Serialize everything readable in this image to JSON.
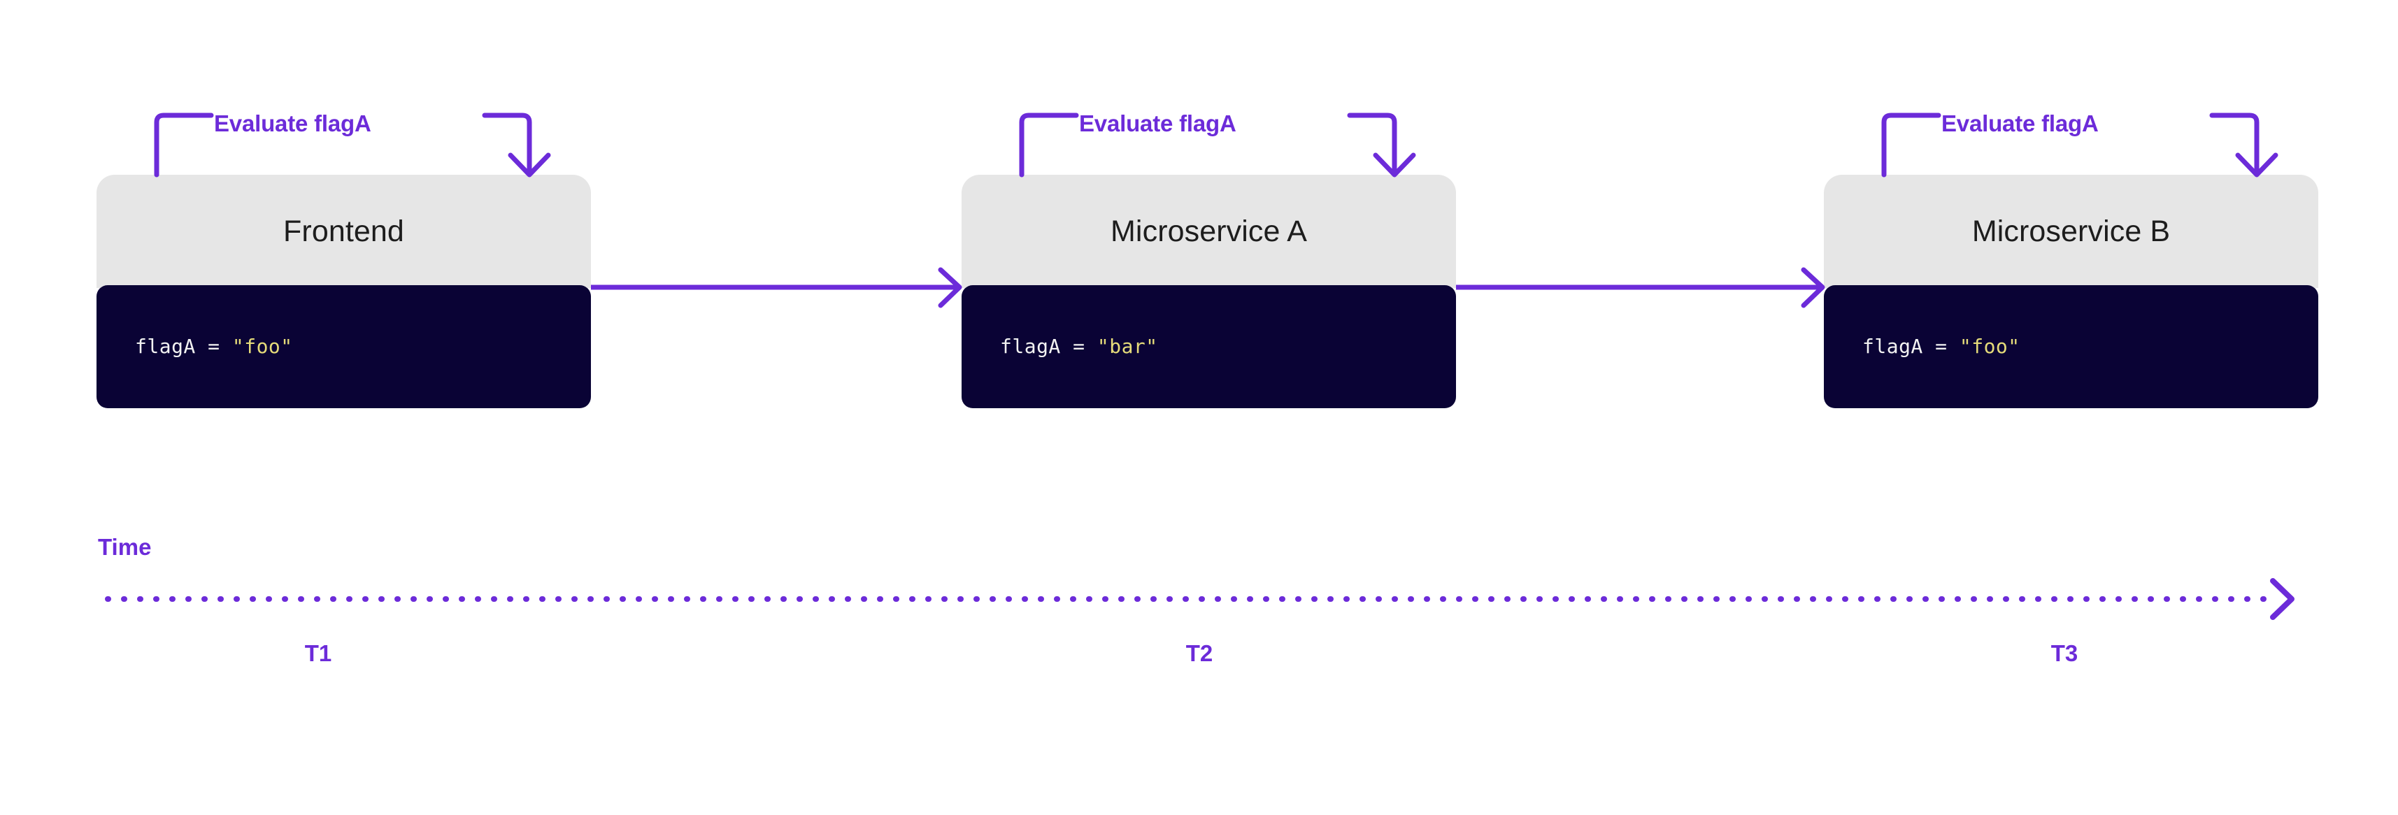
{
  "diagram": {
    "accent_color": "#6c2bd9",
    "node_header_color": "#e6e6e6",
    "node_code_color": "#0a0335",
    "code_text_color": "#f2f2f2",
    "code_string_color": "#e6dc7a",
    "background_color": "#ffffff"
  },
  "nodes": [
    {
      "title": "Frontend",
      "bracket_label": "Evaluate flagA",
      "code_prefix": "flagA = ",
      "code_value": "\"foo\""
    },
    {
      "title": "Microservice A",
      "bracket_label": "Evaluate flagA",
      "code_prefix": "flagA = ",
      "code_value": "\"bar\""
    },
    {
      "title": "Microservice B",
      "bracket_label": "Evaluate flagA",
      "code_prefix": "flagA = ",
      "code_value": "\"foo\""
    }
  ],
  "timeline": {
    "label": "Time",
    "ticks": [
      {
        "label": "T1"
      },
      {
        "label": "T2"
      },
      {
        "label": "T3"
      }
    ]
  }
}
